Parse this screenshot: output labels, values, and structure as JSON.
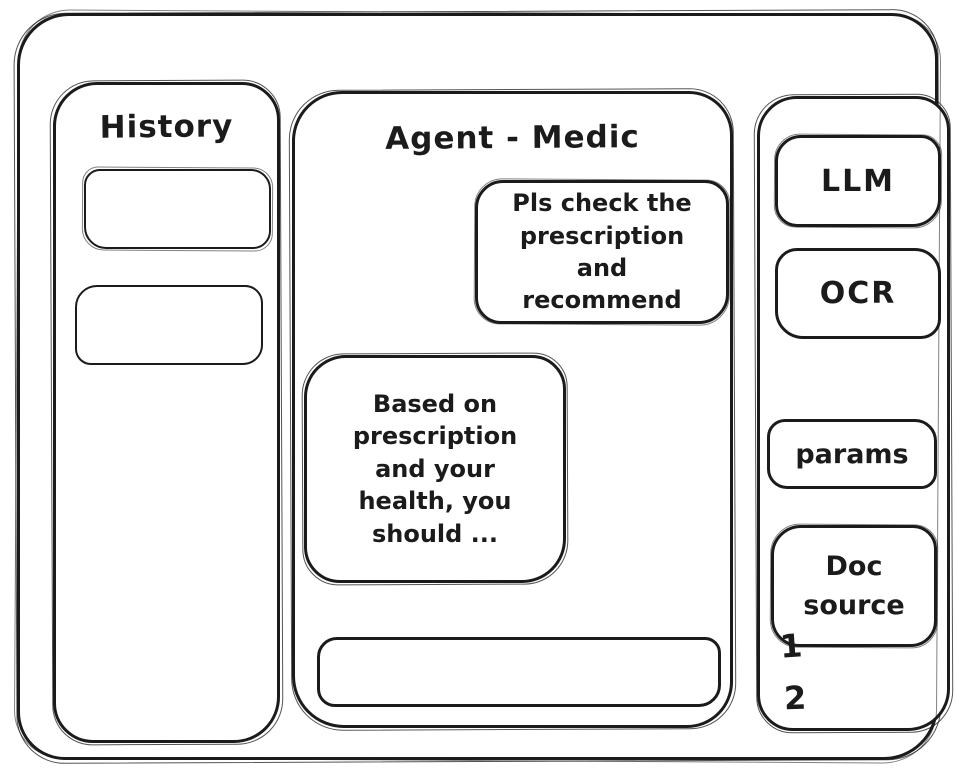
{
  "window": {
    "stroke_color": "#1b1b1b",
    "background": "#ffffff"
  },
  "history_panel": {
    "title": "History",
    "items": [
      "",
      ""
    ]
  },
  "chat_panel": {
    "title": "Agent - Medic",
    "messages": [
      {
        "role": "user",
        "text": "Pls check the prescription and recommend"
      },
      {
        "role": "assistant",
        "text": "Based on prescription and your health, you should ..."
      }
    ],
    "input": {
      "value": ""
    }
  },
  "tools_panel": {
    "buttons": [
      {
        "id": "llm",
        "label": "LLM"
      },
      {
        "id": "ocr",
        "label": "OCR"
      },
      {
        "id": "params",
        "label": "params"
      },
      {
        "id": "doc_source",
        "label": "Doc source"
      }
    ],
    "doc_source_items": [
      "1",
      "2"
    ]
  }
}
